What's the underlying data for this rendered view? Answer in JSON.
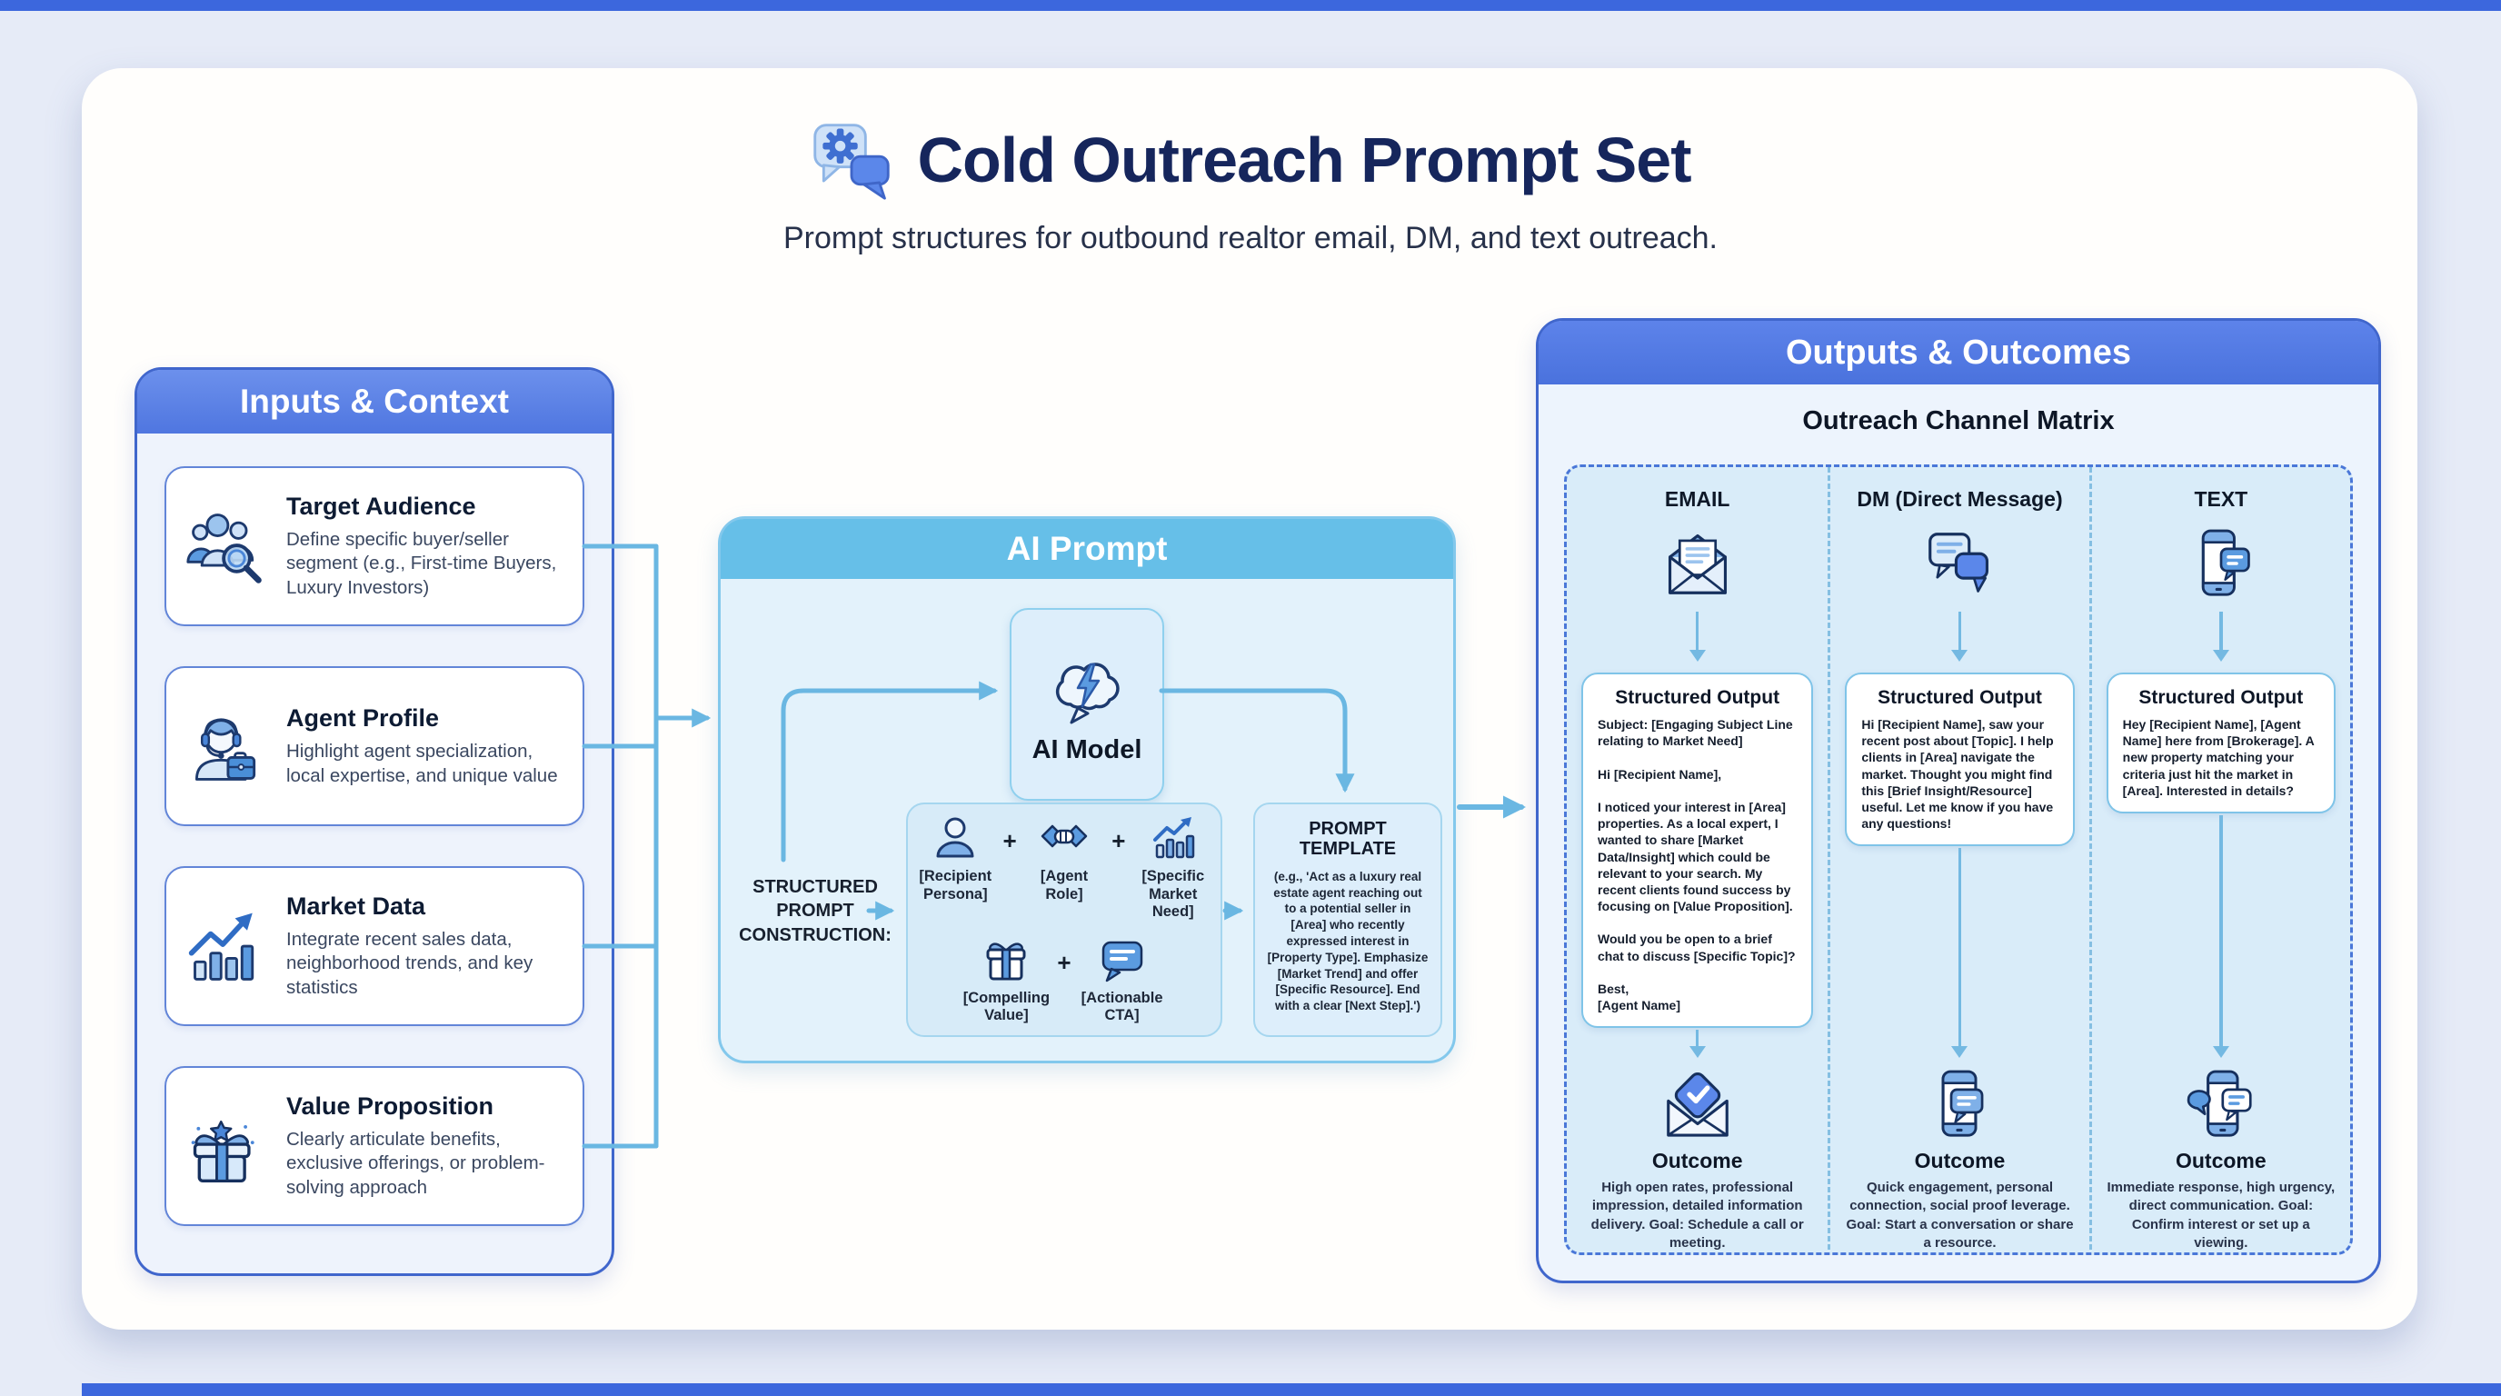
{
  "page": {
    "title": "Cold Outreach Prompt Set",
    "subtitle": "Prompt structures for outbound realtor email, DM, and text outreach."
  },
  "inputs_panel": {
    "title": "Inputs & Context",
    "cards": [
      {
        "title": "Target Audience",
        "desc": "Define specific buyer/seller segment (e.g., First-time Buyers, Luxury Investors)",
        "icon": "audience-group-magnifier-icon"
      },
      {
        "title": "Agent Profile",
        "desc": "Highlight agent specialization, local expertise, and unique value",
        "icon": "agent-headset-briefcase-icon"
      },
      {
        "title": "Market Data",
        "desc": "Integrate recent sales data, neighborhood trends, and key statistics",
        "icon": "bar-chart-trend-icon"
      },
      {
        "title": "Value Proposition",
        "desc": "Clearly articulate benefits, exclusive offerings, or problem-solving approach",
        "icon": "gift-star-icon"
      }
    ]
  },
  "ai_panel": {
    "title": "AI Prompt",
    "model_label": "AI Model",
    "construction_label": "STRUCTURED\nPROMPT\nCONSTRUCTION:",
    "plus": "+",
    "components": [
      {
        "label": "[Recipient\nPersona]",
        "icon": "person-icon"
      },
      {
        "label": "[Agent\nRole]",
        "icon": "handshake-icon"
      },
      {
        "label": "[Specific\nMarket\nNeed]",
        "icon": "small-chart-icon"
      },
      {
        "label": "[Compelling\nValue]",
        "icon": "small-gift-icon"
      },
      {
        "label": "[Actionable\nCTA]",
        "icon": "chat-bubble-lines-icon"
      }
    ],
    "template_title": "PROMPT\nTEMPLATE",
    "template_body": "(e.g., 'Act as a luxury real estate agent reaching out to a potential seller in [Area] who recently expressed interest in [Property Type]. Emphasize [Market Trend] and offer [Specific Resource]. End with a clear [Next Step].')"
  },
  "outputs_panel": {
    "title": "Outputs & Outcomes",
    "matrix_title": "Outreach Channel Matrix",
    "columns": [
      {
        "channel": "EMAIL",
        "output_title": "Structured Output",
        "output_body": "Subject: [Engaging Subject Line relating to Market Need]\n\nHi [Recipient Name],\n\nI noticed your interest in [Area] properties. As a local expert, I wanted to share [Market Data/Insight] which could be relevant to your search. My recent clients found success by focusing on [Value Proposition].\n\nWould you be open to a brief chat to discuss [Specific Topic]?\n\nBest,\n[Agent Name]",
        "outcome_title": "Outcome",
        "outcome_body": "High open rates, professional impression, detailed information delivery. Goal: Schedule a call or meeting."
      },
      {
        "channel": "DM (Direct Message)",
        "output_title": "Structured Output",
        "output_body": "Hi [Recipient Name], saw your recent post about [Topic]. I help clients in [Area] navigate the market. Thought you might find this [Brief Insight/Resource] useful. Let me know if you have any questions!",
        "outcome_title": "Outcome",
        "outcome_body": "Quick engagement, personal connection, social proof leverage. Goal: Start a conversation or share a resource."
      },
      {
        "channel": "TEXT",
        "output_title": "Structured Output",
        "output_body": "Hey [Recipient Name], [Agent Name] here from [Brokerage]. A new property matching your criteria just hit the market in [Area]. Interested in details?",
        "outcome_title": "Outcome",
        "outcome_body": "Immediate response, high urgency, direct communication. Goal: Confirm interest or set up a viewing."
      }
    ]
  },
  "colors": {
    "royal_blue": "#4a74dd",
    "sky_blue": "#6ab7e2",
    "navy_text": "#16265c"
  }
}
